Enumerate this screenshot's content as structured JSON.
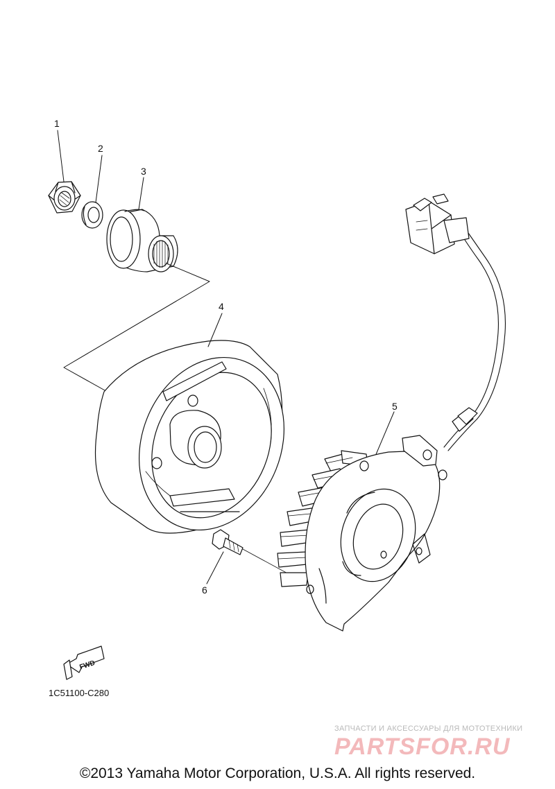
{
  "callouts": [
    "1",
    "2",
    "3",
    "4",
    "5",
    "6"
  ],
  "fwd_label": "FWD",
  "diagram_code": "1C51100-C280",
  "watermark": {
    "tagline": "ЗАПЧАСТИ И АКСЕССУАРЫ ДЛЯ МОТОТЕХНИКИ",
    "logo": "PARTSFOR.RU"
  },
  "copyright": "©2013 Yamaha Motor Corporation, U.S.A. All rights reserved."
}
